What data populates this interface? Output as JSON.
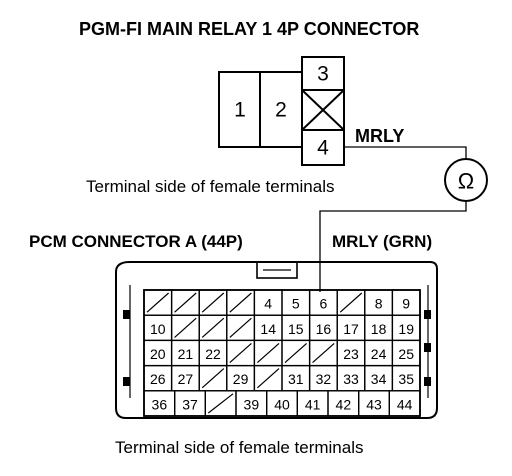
{
  "relay_connector": {
    "title": "PGM-FI MAIN RELAY 1 4P CONNECTOR",
    "terminals": [
      "1",
      "2",
      "3",
      "4"
    ],
    "wire_label": "MRLY",
    "side_note": "Terminal side of female terminals"
  },
  "meter": {
    "symbol": "Ω",
    "icon": "ohmmeter-icon"
  },
  "pcm_connector": {
    "title": "PCM CONNECTOR A (44P)",
    "wire_label": "MRLY (GRN)",
    "side_note": "Terminal side of female terminals",
    "rows": [
      [
        "",
        "",
        "",
        "",
        "4",
        "5",
        "6",
        "",
        "8",
        "9"
      ],
      [
        "10",
        "",
        "",
        "",
        "14",
        "15",
        "16",
        "17",
        "18",
        "19"
      ],
      [
        "20",
        "21",
        "22",
        "",
        "",
        "",
        "",
        "23",
        "24",
        "25"
      ],
      [
        "26",
        "27",
        "",
        "29",
        "",
        "31",
        "32",
        "33",
        "34",
        "35"
      ],
      [
        "36",
        "37",
        "",
        "39",
        "40",
        "41",
        "42",
        "43",
        "44"
      ]
    ]
  }
}
